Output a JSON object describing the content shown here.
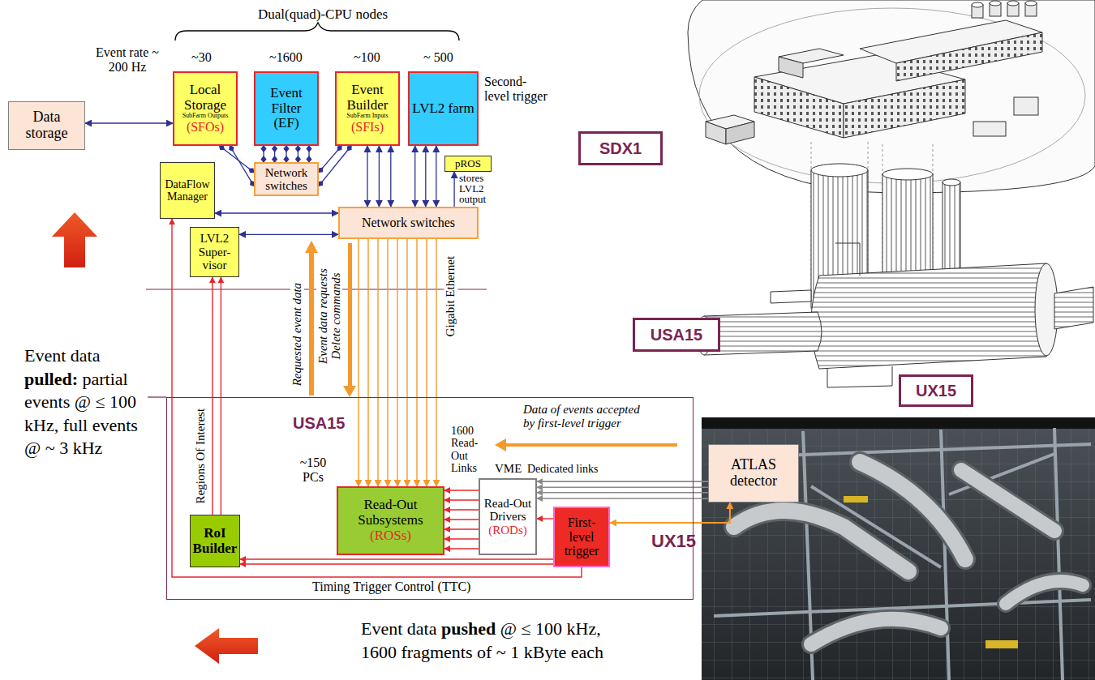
{
  "diagram": {
    "nodes": [
      {
        "text": [
          "Data storage"
        ]
      },
      {
        "text": [
          "Local Storage",
          "SubFarm Outputs",
          "(SFOs)"
        ]
      },
      {
        "text": [
          "Event Filter",
          "(EF)"
        ]
      },
      {
        "text": [
          "Event Builder",
          "SubFarm Inputs",
          "(SFIs)"
        ]
      },
      {
        "text": [
          "LVL2 farm"
        ]
      },
      {
        "text": [
          "Network switches"
        ]
      },
      {
        "text": [
          "pROS"
        ]
      },
      {
        "text": [
          "DataFlow Manager"
        ]
      },
      {
        "text": [
          "Network switches"
        ]
      },
      {
        "text": [
          "LVL2 Super-visor"
        ]
      },
      {
        "text": [
          "SDX1"
        ]
      },
      {
        "text": [
          "USA15"
        ]
      },
      {
        "text": [
          "UX15"
        ]
      },
      {
        "text": [
          "USA15"
        ]
      },
      {
        "text": [
          "Read-Out Subsystems",
          "(ROSs)"
        ],
        "in": 13
      },
      {
        "text": [
          "Read-Out Drivers",
          "(RODs)"
        ],
        "in": 13
      },
      {
        "text": [
          "ATLAS detector"
        ]
      },
      {
        "text": [
          "RoI Builder"
        ],
        "in": 13
      },
      {
        "text": [
          "First-level trigger"
        ],
        "in": 13
      }
    ],
    "edges": [
      {
        "from": 0,
        "to": 1,
        "arrow": "both"
      },
      {
        "from": 1,
        "to": 5,
        "arrow": "both"
      },
      {
        "from": 2,
        "to": 5,
        "arrow": "both"
      },
      {
        "from": 3,
        "to": 5,
        "arrow": "both"
      },
      {
        "from": 3,
        "to": 8,
        "arrow": "both"
      },
      {
        "from": 4,
        "to": 8,
        "arrow": "both"
      },
      {
        "from": 8,
        "to": 6,
        "arrow": "to"
      },
      {
        "from": 7,
        "to": 8,
        "arrow": "both"
      },
      {
        "from": 9,
        "to": 8,
        "arrow": "both"
      },
      {
        "from": 8,
        "to": 14,
        "arrow": "to"
      },
      {
        "from": 15,
        "to": 14,
        "arrow": "to"
      },
      {
        "from": 16,
        "to": 15,
        "arrow": "to"
      },
      {
        "from": 18,
        "to": 16,
        "arrow": "both"
      },
      {
        "from": 18,
        "to": 17,
        "arrow": "to"
      },
      {
        "from": 18,
        "to": 15,
        "arrow": "to"
      },
      {
        "from": 17,
        "to": 9,
        "arrow": "to"
      },
      {
        "from": 18,
        "to": 7,
        "arrow": "to",
        "label": "Timing Trigger Control (TTC)"
      }
    ],
    "labels": [
      "Dual(quad)-CPU nodes",
      "~30",
      "~1600",
      "~100",
      "~ 500",
      "Event rate ~ 200 Hz",
      "Second-level trigger",
      "stores LVL2 output",
      "Gigabit Ethernet",
      "Requested event data",
      "Event data requests Delete commands",
      "Regions Of Interest",
      "Event data pulled: partial events @ ≤ 100 kHz, full events @ ~ 3 kHz",
      "~150 PCs",
      "1600 Read-Out Links",
      "VME",
      "Dedicated links",
      "Data of events accepted by first-level trigger",
      "Event data pushed @ ≤ 100 kHz, 1600 fragments of ~ 1 kByte each",
      "UX15"
    ]
  }
}
